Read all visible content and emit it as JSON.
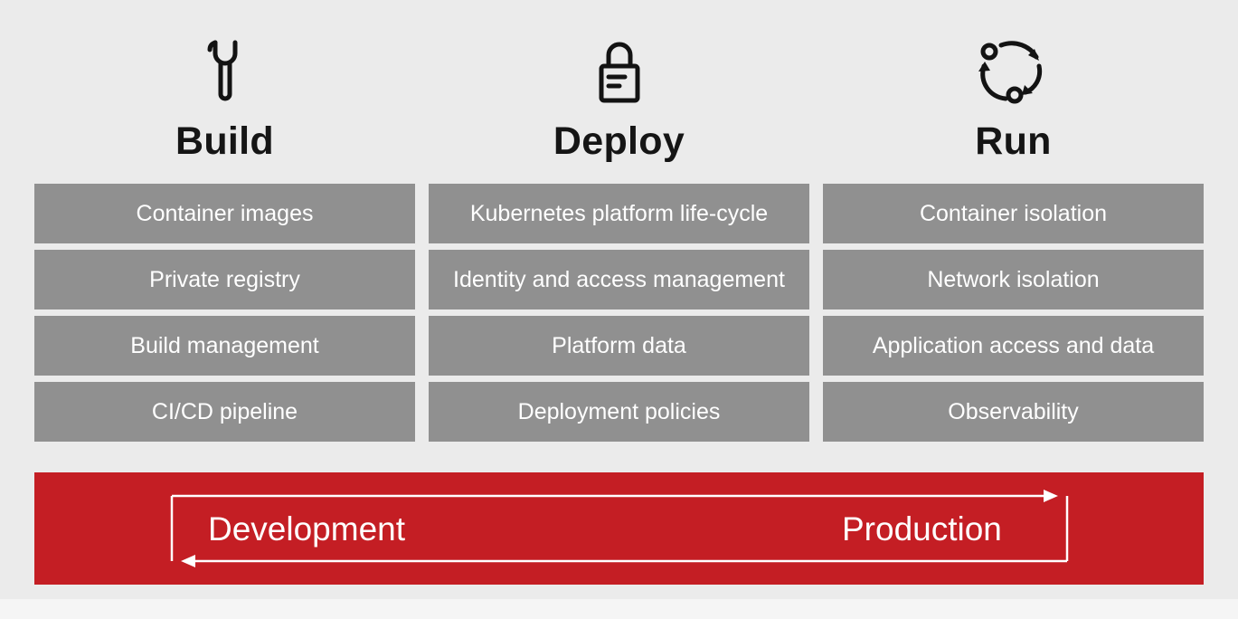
{
  "columns": [
    {
      "title": "Build",
      "icon": "wrench-icon",
      "items": [
        "Container images",
        "Private registry",
        "Build management",
        "CI/CD pipeline"
      ]
    },
    {
      "title": "Deploy",
      "icon": "lock-icon",
      "items": [
        "Kubernetes platform life-cycle",
        "Identity and access management",
        "Platform data",
        "Deployment policies"
      ]
    },
    {
      "title": "Run",
      "icon": "cycle-arrows-icon",
      "items": [
        "Container isolation",
        "Network isolation",
        "Application access and data",
        "Observability"
      ]
    }
  ],
  "banner": {
    "left_label": "Development",
    "right_label": "Production"
  },
  "colors": {
    "background": "#ebebeb",
    "box": "#909090",
    "box_text": "#ffffff",
    "banner": "#c41e24",
    "heading": "#151515",
    "arrow": "#ffffff"
  }
}
